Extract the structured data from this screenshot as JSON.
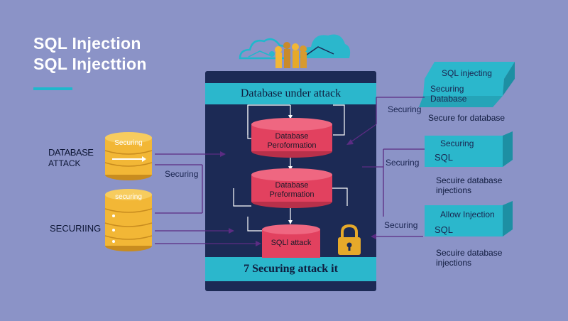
{
  "title": {
    "line1": "SQL Injection",
    "line2": "SQL Injecttion"
  },
  "tower": {
    "header": "Database under attack",
    "footer": "7 Securing attack it",
    "cylinders": [
      {
        "line1": "Database",
        "line2": "Peroformation"
      },
      {
        "line1": "Database",
        "line2": "Preformation"
      },
      {
        "line1": "SQLl attack",
        "line2": ""
      }
    ]
  },
  "left": {
    "databases": [
      {
        "top_label": "Securing"
      },
      {
        "top_label": "securing"
      }
    ],
    "label_database_attack_1": "DATABASE",
    "label_database_attack_2": "ATTACK",
    "label_securing": "SECURIING",
    "arrow_label": "Securing"
  },
  "right": {
    "panels": [
      {
        "line1": "SQL injecting",
        "line2": "Securing",
        "line3": "Database",
        "below": "Secure  for database",
        "arrow_label": "Securing"
      },
      {
        "line1": "Securing",
        "line2": "SQL",
        "below1": "Secuire database",
        "below2": "injections",
        "arrow_label": "Securing"
      },
      {
        "line1": "Allow Injection",
        "line2": "SQL",
        "below1": "Secuire database",
        "below2": "injections",
        "arrow_label": "Securing"
      }
    ]
  },
  "colors": {
    "background": "#8b93c7",
    "tower": "#1c2a55",
    "teal": "#2bb7cc",
    "cylinder_red": "#e2415f",
    "db_gold": "#f2b736",
    "lock_gold": "#e6a92a",
    "arrow_purple": "#5b2c83"
  },
  "icons": [
    "cloud-icon",
    "people-icon",
    "lock-icon",
    "database-icon"
  ]
}
